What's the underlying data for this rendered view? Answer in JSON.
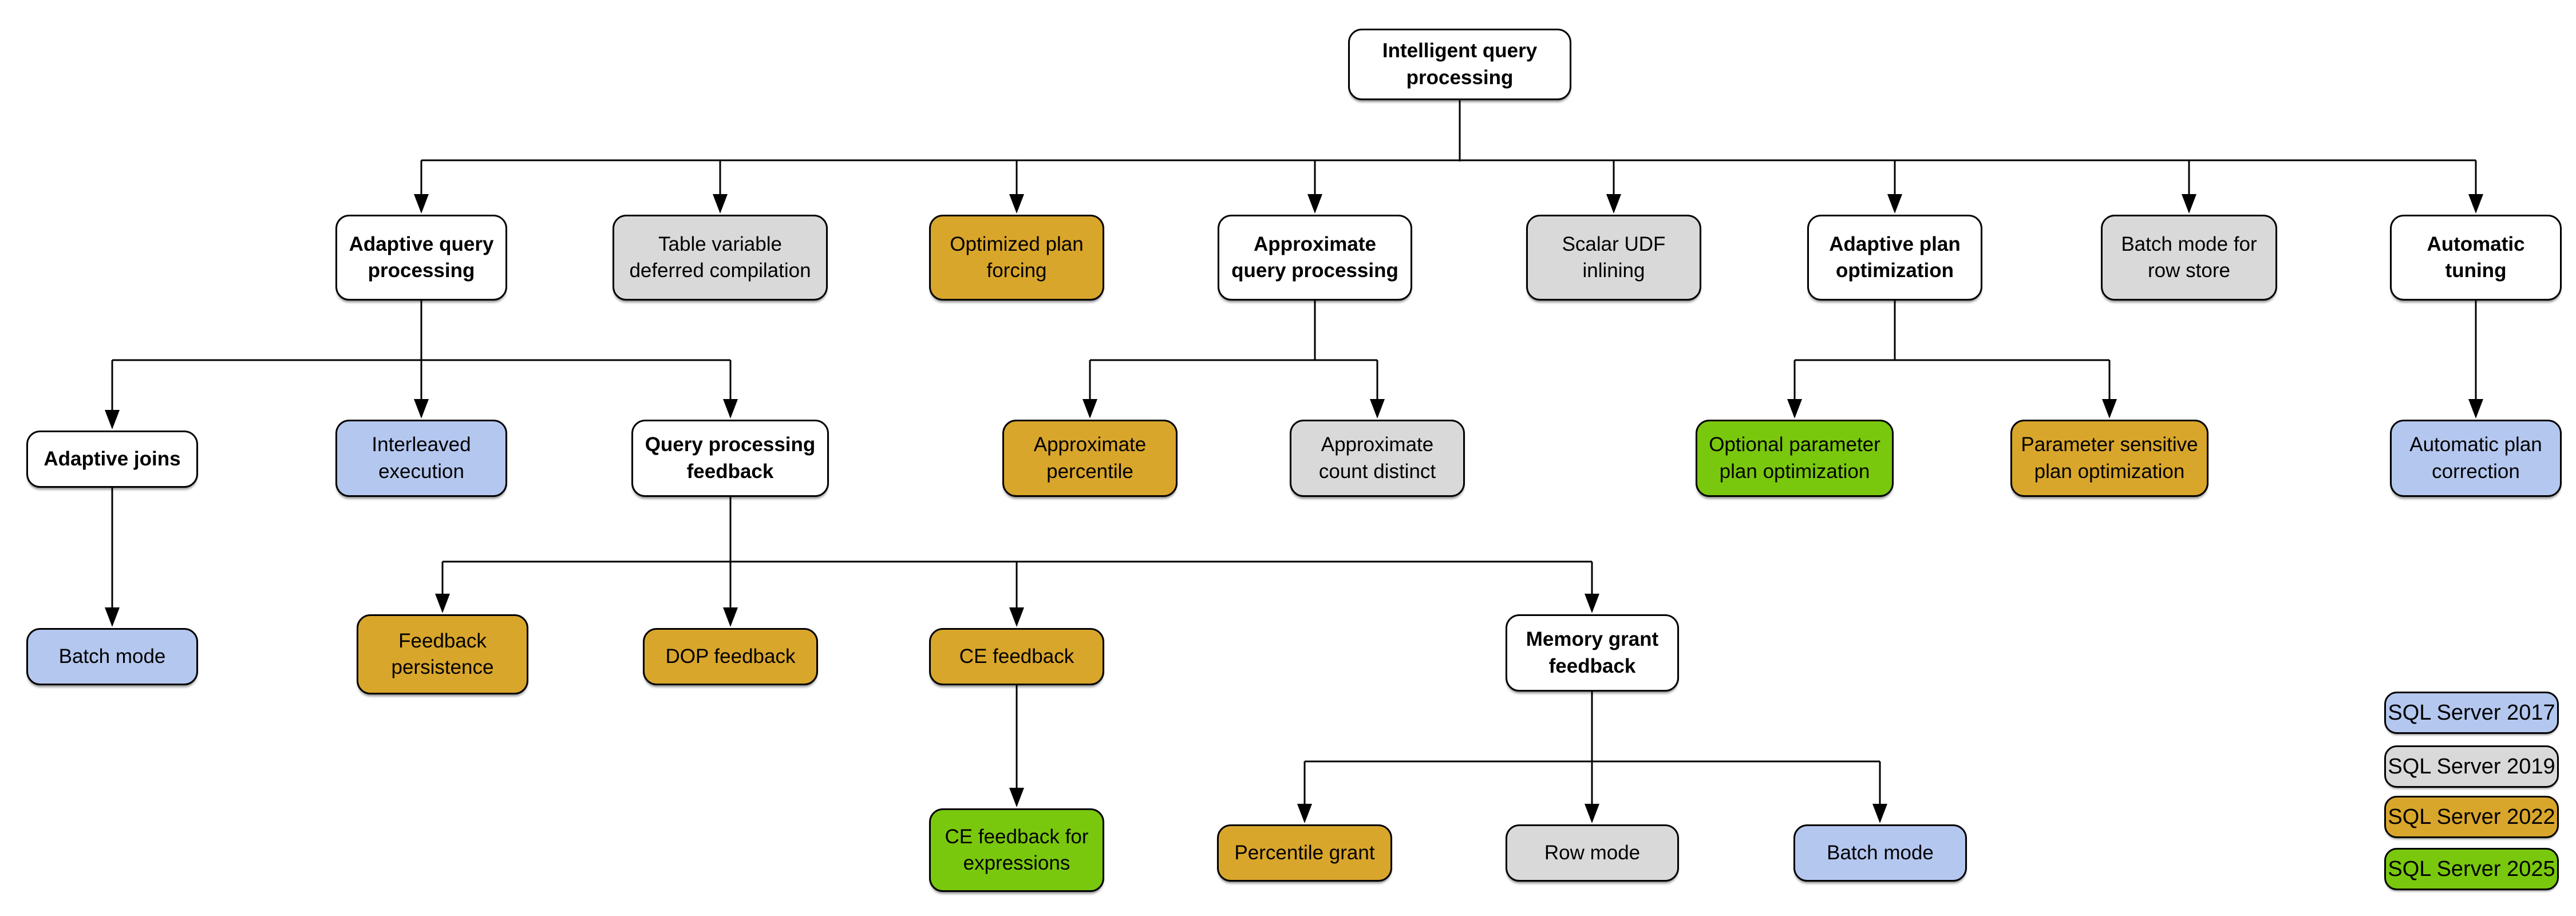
{
  "diagram": {
    "colors": {
      "base": "#ffffff",
      "v2017": "#b4c7ef",
      "v2019": "#d9d9d9",
      "v2022": "#d9a62c",
      "v2025": "#79c80e",
      "line": "#000000",
      "background": "#ffffff"
    },
    "nodes": [
      {
        "id": "intelligent-query-processing",
        "label": "Intelligent query processing",
        "version": "base"
      },
      {
        "id": "adaptive-query-processing",
        "label": "Adaptive query processing",
        "version": "base"
      },
      {
        "id": "table-variable-deferred-compilation",
        "label": "Table variable deferred compilation",
        "version": "v2019"
      },
      {
        "id": "optimized-plan-forcing",
        "label": "Optimized plan forcing",
        "version": "v2022"
      },
      {
        "id": "approximate-query-processing",
        "label": "Approximate query processing",
        "version": "base"
      },
      {
        "id": "scalar-udf-inlining",
        "label": "Scalar UDF inlining",
        "version": "v2019"
      },
      {
        "id": "adaptive-plan-optimization",
        "label": "Adaptive plan optimization",
        "version": "base"
      },
      {
        "id": "batch-mode-for-row-store",
        "label": "Batch mode for row store",
        "version": "v2019"
      },
      {
        "id": "automatic-tuning",
        "label": "Automatic tuning",
        "version": "base"
      },
      {
        "id": "adaptive-joins",
        "label": "Adaptive joins",
        "version": "base"
      },
      {
        "id": "interleaved-execution",
        "label": "Interleaved execution",
        "version": "v2017"
      },
      {
        "id": "query-processing-feedback",
        "label": "Query processing feedback",
        "version": "base"
      },
      {
        "id": "approximate-percentile",
        "label": "Approximate percentile",
        "version": "v2022"
      },
      {
        "id": "approximate-count-distinct",
        "label": "Approximate count distinct",
        "version": "v2019"
      },
      {
        "id": "optional-parameter-plan-optimization",
        "label": "Optional parameter plan optimization",
        "version": "v2025"
      },
      {
        "id": "parameter-sensitive-plan-optimization",
        "label": "Parameter sensitive plan optimization",
        "version": "v2022"
      },
      {
        "id": "automatic-plan-correction",
        "label": "Automatic plan correction",
        "version": "v2017"
      },
      {
        "id": "batch-mode-adaptive-joins",
        "label": "Batch mode",
        "version": "v2017"
      },
      {
        "id": "feedback-persistence",
        "label": "Feedback persistence",
        "version": "v2022"
      },
      {
        "id": "dop-feedback",
        "label": "DOP feedback",
        "version": "v2022"
      },
      {
        "id": "ce-feedback",
        "label": "CE feedback",
        "version": "v2022"
      },
      {
        "id": "memory-grant-feedback",
        "label": "Memory grant feedback",
        "version": "base"
      },
      {
        "id": "ce-feedback-for-expressions",
        "label": "CE feedback for expressions",
        "version": "v2025"
      },
      {
        "id": "percentile-grant",
        "label": "Percentile grant",
        "version": "v2022"
      },
      {
        "id": "row-mode",
        "label": "Row mode",
        "version": "v2019"
      },
      {
        "id": "batch-mode-memory-grant",
        "label": "Batch mode",
        "version": "v2017"
      }
    ],
    "legend": [
      {
        "label": "SQL Server 2017",
        "version": "v2017"
      },
      {
        "label": "SQL Server 2019",
        "version": "v2019"
      },
      {
        "label": "SQL Server 2022",
        "version": "v2022"
      },
      {
        "label": "SQL Server 2025",
        "version": "v2025"
      }
    ]
  }
}
